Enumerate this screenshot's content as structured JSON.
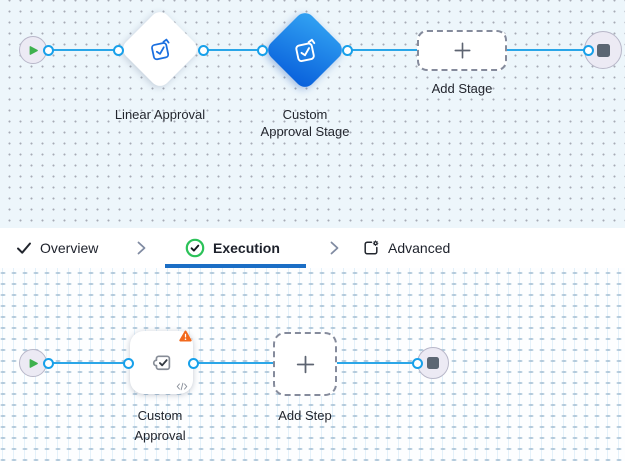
{
  "stage_canvas": {
    "start_node": {
      "type": "start"
    },
    "stages": [
      {
        "id": "linear-approval",
        "label": "Linear Approval",
        "state": "default"
      },
      {
        "id": "custom-approval-stage",
        "label": "Custom\nApproval Stage",
        "state": "selected"
      }
    ],
    "add_stage": {
      "label": "Add Stage"
    },
    "end_node": {
      "type": "end"
    }
  },
  "tab_bar": {
    "tabs": [
      {
        "label": "Overview",
        "icon": "check-icon",
        "active": false
      },
      {
        "label": "Execution",
        "icon": "success-circle-icon",
        "active": true
      },
      {
        "label": "Advanced",
        "icon": "settings-box-icon",
        "active": false
      }
    ]
  },
  "step_canvas": {
    "start_node": {
      "type": "start"
    },
    "steps": [
      {
        "id": "custom-approval",
        "label": "Custom\nApproval",
        "has_warning": true,
        "has_script": true
      }
    ],
    "add_step": {
      "label": "Add Step"
    },
    "end_node": {
      "type": "end"
    }
  },
  "icons": {
    "start": "play-icon",
    "end": "stop-icon",
    "add": "plus-icon",
    "stage": "approval-check-icon",
    "step": "puzzle-check-icon",
    "warning": "warning-triangle-icon",
    "script": "code-icon"
  },
  "colors": {
    "connector_blue": "#2AA6E8",
    "port_blue": "#17A0EA",
    "stage_selected_gradient_start": "#2F9EF1",
    "stage_selected_gradient_end": "#0A62DC",
    "stage_icon_blue": "#1A6FE0",
    "active_tab_underline": "#1B6EC5",
    "success_green": "#2CC259",
    "warning_orange": "#F2691D",
    "canvas_top_bg": "#EDF6FB",
    "endpoint_fill": "#ECEAF4",
    "end_square": "#5B6673"
  }
}
